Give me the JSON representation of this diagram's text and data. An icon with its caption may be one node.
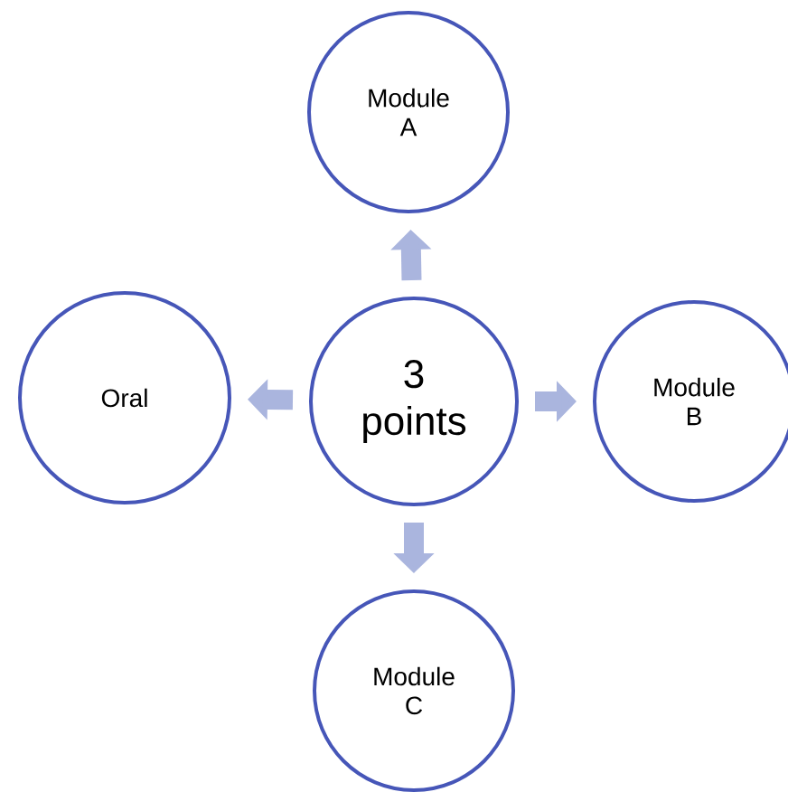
{
  "diagram": {
    "nodes": [
      {
        "text": [
          "Module A"
        ]
      },
      {
        "text": [
          "Oral"
        ]
      },
      {
        "text": [
          "3 points"
        ]
      },
      {
        "text": [
          "Module B"
        ]
      },
      {
        "text": [
          "Module C"
        ]
      }
    ],
    "edges": [
      {
        "from": 2,
        "to": 0,
        "arrow": "to"
      },
      {
        "from": 2,
        "to": 1,
        "arrow": "to"
      },
      {
        "from": 2,
        "to": 3,
        "arrow": "to"
      },
      {
        "from": 2,
        "to": 4,
        "arrow": "to"
      }
    ]
  }
}
